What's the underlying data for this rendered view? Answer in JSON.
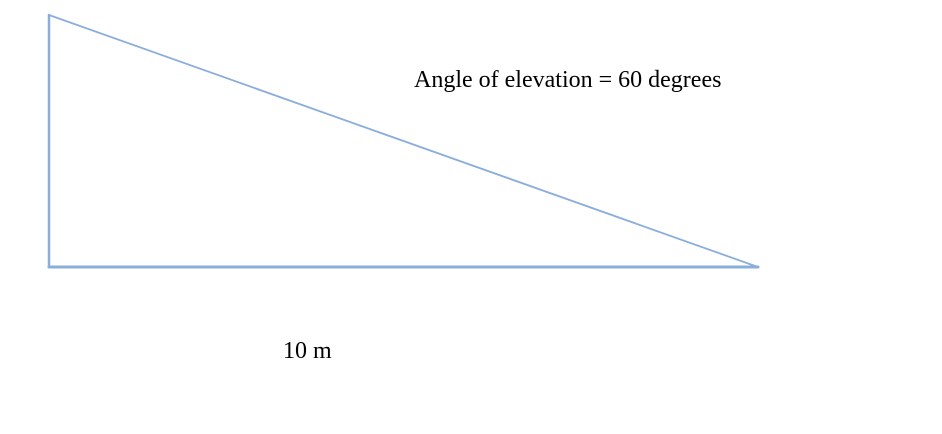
{
  "diagram": {
    "angle_label": "Angle of elevation = 60 degrees",
    "base_label": "10 m",
    "line_color": "#8AAEDC",
    "shape": "right-triangle"
  }
}
